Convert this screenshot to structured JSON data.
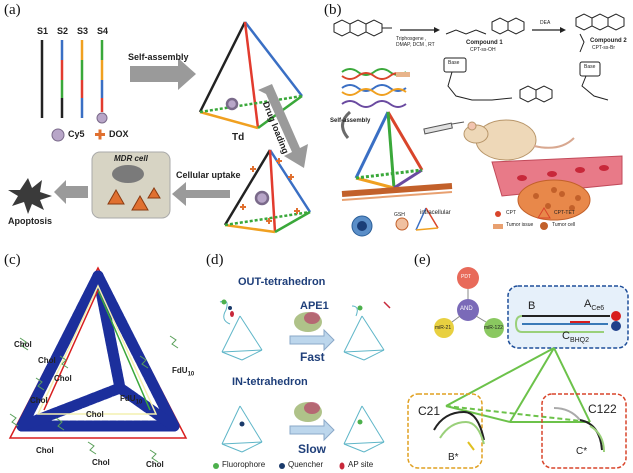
{
  "panels": {
    "a": {
      "label": "(a)",
      "strands": [
        "S1",
        "S2",
        "S3",
        "S4"
      ],
      "self_assembly": "Self-assembly",
      "td": "Td",
      "drug_loading": "Drug loading",
      "legend_cy5": "Cy5",
      "legend_dox": "DOX",
      "mdr_cell": "MDR cell",
      "cellular_uptake": "Cellular uptake",
      "apoptosis": "Apoptosis"
    },
    "b": {
      "label": "(b)",
      "triphosgene": "Triphosgene ,",
      "dmap": "DMAP, DCM , RT",
      "dea": "DEA",
      "compound1": "Compound 1",
      "compound1_sub": "CPT-ss-OH",
      "compound2": "Compound 2",
      "compound2_sub": "CPT-ss-Br",
      "base": "Base",
      "self_assembly": "Self-assembly",
      "gsh": "GSH",
      "intracellular": "intracellular",
      "legend": [
        "CPT",
        "CPT-TET",
        "Tumor issue",
        "Tumor cell"
      ]
    },
    "c": {
      "label": "(c)",
      "chol": [
        "Chol",
        "Chol",
        "Chol",
        "Chol",
        "Chol",
        "Chol",
        "Chol",
        "Chol"
      ],
      "fdu1": "FdU",
      "fdu1_sub": "10",
      "fdu2": "FdU",
      "fdu2_sub": "10"
    },
    "d": {
      "label": "(d)",
      "out_tetra": "OUT-tetrahedron",
      "in_tetra": "IN-tetrahedron",
      "ape1": "APE1",
      "fast": "Fast",
      "slow": "Slow",
      "legend": [
        "Fluorophore",
        "Quencher",
        "AP site"
      ]
    },
    "e": {
      "label": "(e)",
      "b": "B",
      "a_main": "A",
      "a_sub": "Ce6",
      "c_main": "C",
      "c_sub": "BHQ2",
      "pdt": "PDT",
      "and": "AND",
      "mir21": "miR-21",
      "mir122": "miR-122",
      "c21": "C21",
      "c122": "C122",
      "bstar": "B*",
      "cstar": "C*"
    }
  },
  "colors": {
    "s1": "#222222",
    "s2": "#e23b2e",
    "s3": "#f0a020",
    "s4": "#3a6fc4",
    "green": "#3aa83a",
    "blue_tetra": "#1c2f9c",
    "red_frame": "#d81e1e",
    "dna_teal": "#5fb6c8",
    "dashed_blue": "#1f4f9a",
    "dashed_orange": "#e0a020",
    "dashed_red": "#d9452b",
    "e_green": "#6cc24a"
  }
}
